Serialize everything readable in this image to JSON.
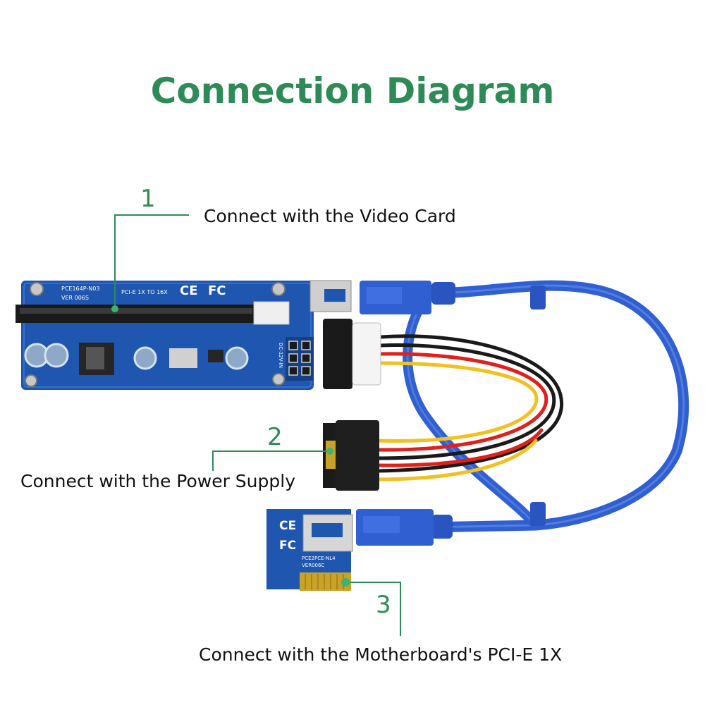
{
  "title": "Connection Diagram",
  "colors": {
    "accent": "#2e8b57",
    "pcb_blue": "#1e56b0",
    "cable_blue": "#2f5fd0",
    "slot_black": "#1a1a1a",
    "wire_red": "#e0201b",
    "wire_yellow": "#f2c021",
    "gold": "#c9a227"
  },
  "callouts": [
    {
      "number": "1",
      "text": "Connect with the Video Card"
    },
    {
      "number": "2",
      "text": "Connect with the Power Supply"
    },
    {
      "number": "3",
      "text": "Connect with the Motherboard's PCI-E 1X"
    }
  ],
  "riser_board": {
    "model": "PCE164P-N03",
    "version": "VER 006S",
    "slot_text": "PCI-E 1X TO 16X",
    "marks": [
      "CE",
      "FC"
    ],
    "connector_text": "DC-12V-IN"
  },
  "adapter_board": {
    "model": "PCE2PCE-NL4",
    "version": "VER006C",
    "marks": [
      "CE",
      "FC"
    ]
  }
}
